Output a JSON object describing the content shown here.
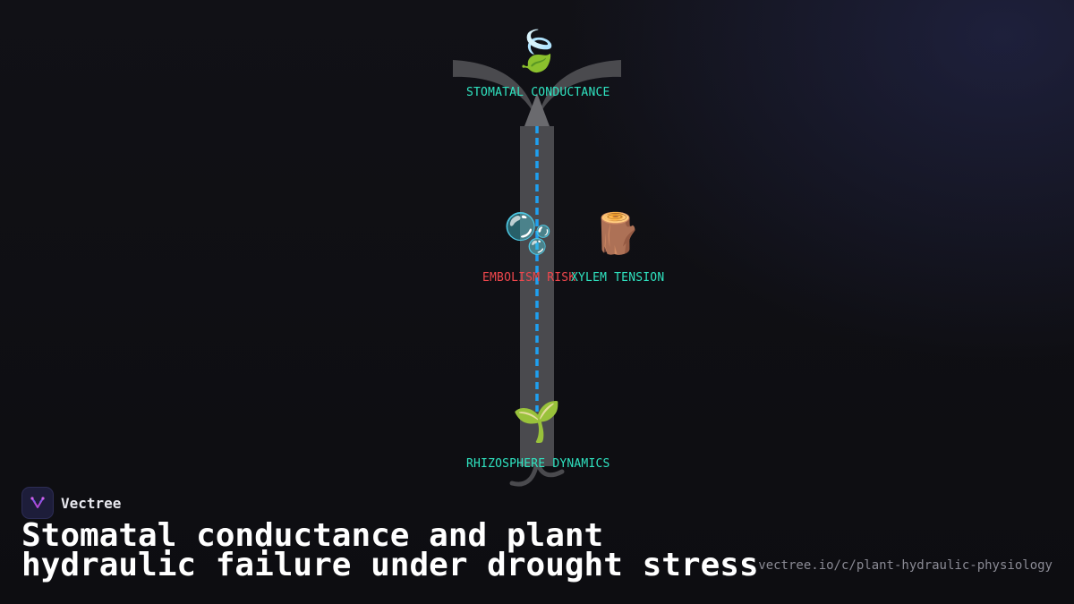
{
  "diagram": {
    "nodes": [
      {
        "id": "stomatal",
        "label": "STOMATAL CONDUCTANCE",
        "icon": "leaf-fluttering-in-wind",
        "glyph": "🍃",
        "color": "#2fe3c0"
      },
      {
        "id": "embolism",
        "label": "EMBOLISM RISK",
        "icon": "bubbles",
        "glyph": "🫧",
        "color": "#f0474d"
      },
      {
        "id": "xylem",
        "label": "XYLEM TENSION",
        "icon": "wood-log",
        "glyph": "🪵",
        "color": "#2fe3c0"
      },
      {
        "id": "rhizosphere",
        "label": "RHIZOSPHERE DYNAMICS",
        "icon": "seedling",
        "glyph": "🌱",
        "color": "#2fe3c0"
      }
    ],
    "colors": {
      "trunk": "#4a4a4e",
      "flow": "#1ea0f0",
      "teal": "#2fe3c0",
      "red": "#f0474d"
    }
  },
  "footer": {
    "brand": "Vectree",
    "title": "Stomatal conductance and plant hydraulic failure under drought stress",
    "url": "vectree.io/c/plant-hydraulic-physiology"
  }
}
